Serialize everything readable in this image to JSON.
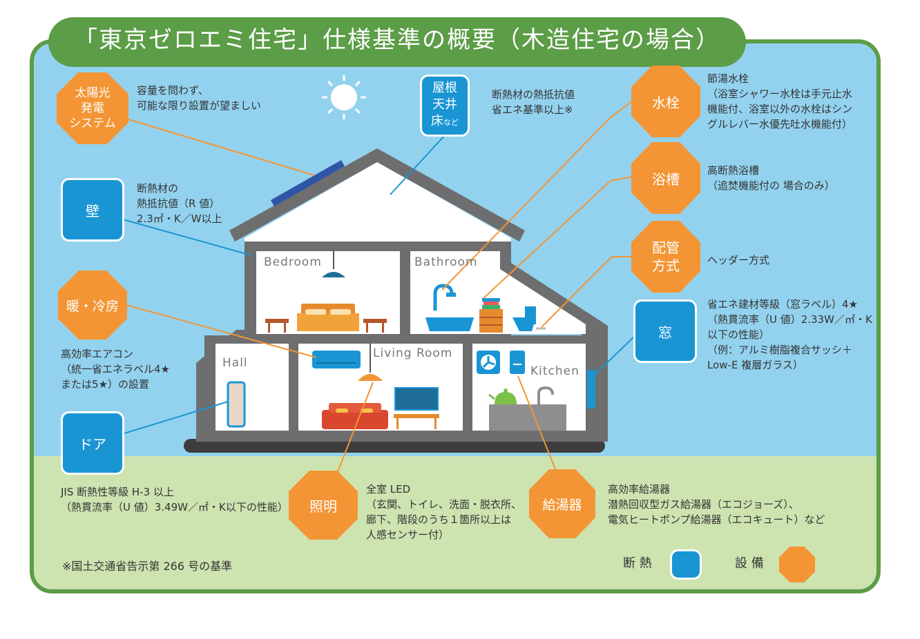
{
  "title": "「東京ゼロエミ住宅」仕様基準の概要（木造住宅の場合）",
  "rooms": {
    "bedroom": "Bedroom",
    "bathroom": "Bathroom",
    "hall": "Hall",
    "living": "Living Room",
    "kitchen": "Kitchen"
  },
  "labels": {
    "solar": "太陽光\n発電\nシステム",
    "roof_main": "屋根\n天井\n床",
    "roof_sub": "など",
    "wall": "壁",
    "heating": "暖・冷房",
    "door": "ドア",
    "lighting": "照明",
    "water_heater": "給湯器",
    "faucet": "水栓",
    "bathtub": "浴槽",
    "piping": "配管\n方式",
    "window": "窓"
  },
  "notes": {
    "solar": "容量を問わず、\n可能な限り設置が望ましい",
    "roof": "断熱材の熱抵抗値\n省エネ基準以上※",
    "wall": "断熱材の\n熱抵抗値（R 値）\n2.3㎡・K／W以上",
    "heating": "高効率エアコン\n（統一省エネラベル4★\nまたは5★）の設置",
    "door": "JIS 断熱性等級 H-3 以上\n（熱貫流率（U 値）3.49W／㎡・K以下の性能）",
    "lighting": "全室 LED\n（玄関、トイレ、洗面・脱衣所、\n廊下、階段のうち１箇所以上は\n人感センサー付）",
    "water_heater": "高効率給湯器\n潜熱回収型ガス給湯器（エコジョーズ）、\n電気ヒートポンプ給湯器（エコキュート）など",
    "faucet": "節湯水栓\n（浴室シャワー水栓は手元止水\n機能付、浴室以外の水栓はシン\nグルレバー水優先吐水機能付）",
    "bathtub": "高断熱浴槽\n（追焚機能付の 場合のみ）",
    "piping": "ヘッダー方式",
    "window": "省エネ建材等級（窓ラベル）4★\n（熱貫流率（U 値）2.33W／㎡・K\n以下の性能）\n（例：アルミ樹脂複合サッシ＋\nLow-E 複層ガラス）"
  },
  "footnote": "※国土交通省告示第 266 号の基準",
  "legend": {
    "insulation": "断 熱",
    "equipment": "設 備"
  },
  "colors": {
    "insulation": "#1a95d4",
    "equipment": "#f39534",
    "frame": "#5c9d47",
    "sky": "#93d2ef",
    "ground": "#cde3b0"
  }
}
